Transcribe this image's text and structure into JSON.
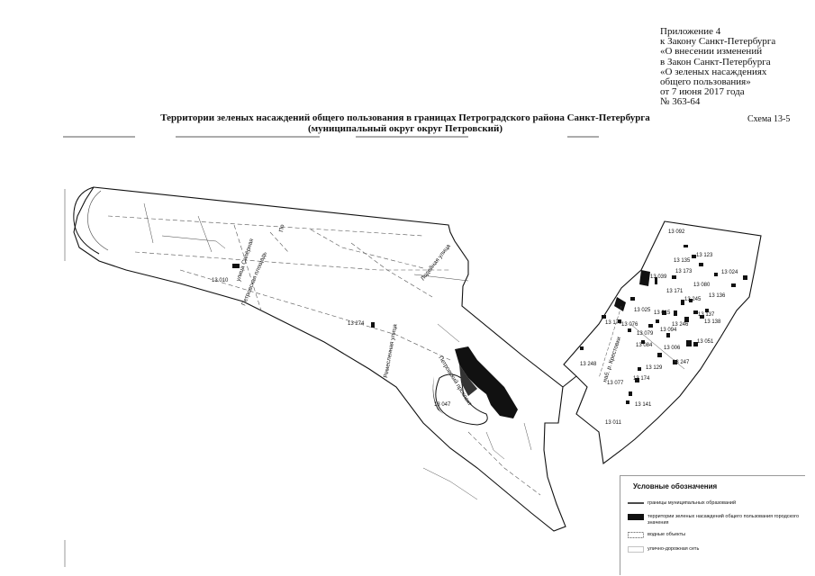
{
  "appendix": {
    "lines": [
      "Приложение 4",
      "к Закону Санкт-Петербурга",
      "«О внесении  изменений",
      "в Закон Санкт-Петербурга",
      "«О зеленых насаждениях",
      "общего пользования»",
      "от 7 июня 2017 года",
      "№ 363-64"
    ]
  },
  "title": {
    "line1": "Территории зеленых насаждений общего пользования в границах Петроградского района Санкт-Петербурга",
    "line2": "(муниципальный округ округ Петровский)"
  },
  "scheme_label": "Схема 13-5",
  "streets": {
    "saperny": "улица Сапёрная",
    "petrovskaya_sq": "Петровская площадь",
    "ryabovskaya": "Ремесленная улица",
    "petrovsky_prospekt": "Петровский проспект",
    "lodeynaya": "Лодейная улица",
    "krestovka": "наб. р. Крестовки",
    "top_fragment": "По"
  },
  "parcels": {
    "p1": "13 010",
    "p2": "13 274",
    "p3": "13 047",
    "p4": "13 092",
    "p5": "13 135",
    "p6": "13 123",
    "p7": "13 039",
    "p8": "13 173",
    "p9": "13 024",
    "p10": "13 080",
    "p11": "13 171",
    "p12": "13 136",
    "p13": "13 245",
    "p14": "13 025",
    "p15": "13 015",
    "p16": "13 137",
    "p17": "13 170",
    "p18": "13 076",
    "p19": "13 246",
    "p20": "13 138",
    "p21": "13 079",
    "p22": "13 094",
    "p23": "13 051",
    "p24": "13 006",
    "p25": "13 084",
    "p26": "13 248",
    "p27": "13 247",
    "p28": "13 129",
    "p29": "13 174",
    "p30": "13 077",
    "p31": "13 141",
    "p32": "13 011"
  },
  "legend": {
    "title": "Условные обозначения",
    "items": [
      "границы муниципальных образований",
      "территории зеленых насаждений общего пользования городского значения",
      "водные объекты",
      "улично-дорожная сеть"
    ]
  }
}
